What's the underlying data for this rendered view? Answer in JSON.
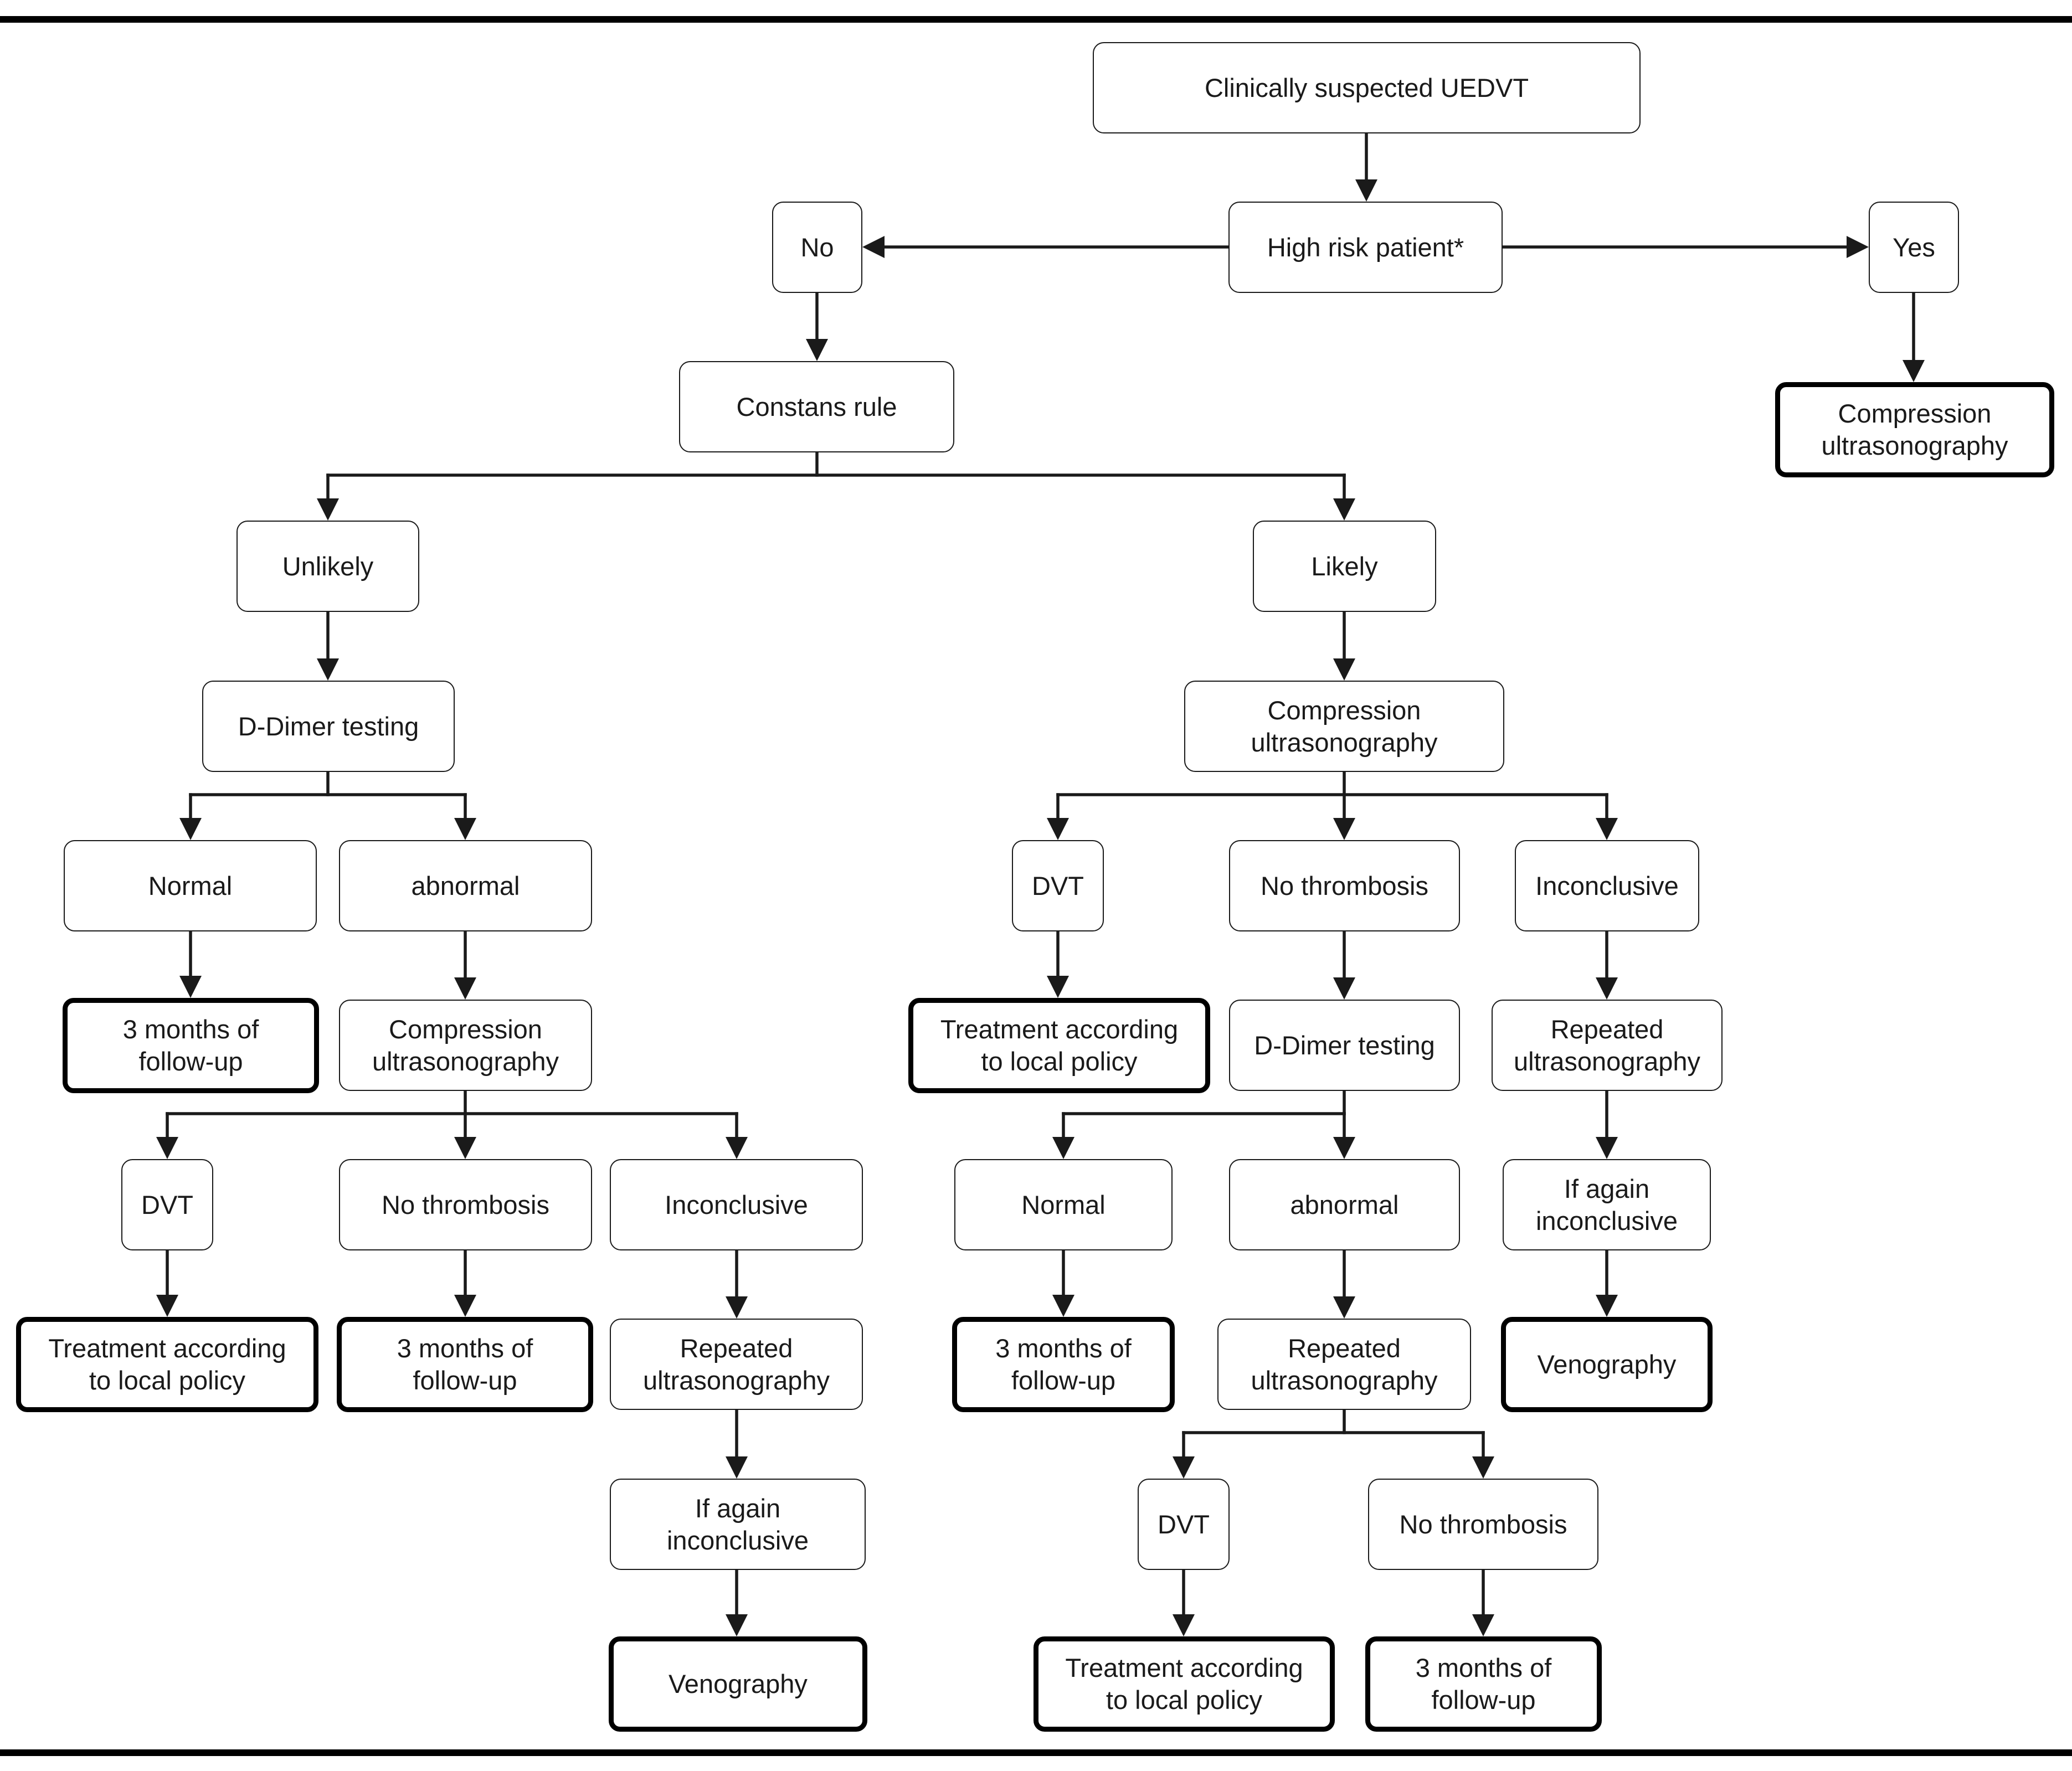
{
  "colors": {
    "line": "#1a1a1a",
    "border": "#1a1a1a",
    "terminal_border": "#000000",
    "background": "#ffffff"
  },
  "nodes": {
    "start": "Clinically suspected UEDVT",
    "high_risk": "High risk patient*",
    "no": "No",
    "yes": "Yes",
    "cus_high_risk": "Compression\nultrasonography",
    "constans": "Constans rule",
    "unlikely": "Unlikely",
    "likely": "Likely",
    "ddimer_left": "D-Dimer testing",
    "normal_left": "Normal",
    "abnormal_left": "abnormal",
    "followup_normal_left": "3 months of\nfollow-up",
    "cus_left": "Compression\nultrasonography",
    "dvt_left": "DVT",
    "nothromb_left": "No thrombosis",
    "inconcl_left": "Inconclusive",
    "treat_left": "Treatment according\nto local policy",
    "followup_nothromb_left": "3 months of\nfollow-up",
    "repeat_left": "Repeated\nultrasonography",
    "again_left": "If again\ninconclusive",
    "veno_left": "Venography",
    "cus_right": "Compression\nultrasonography",
    "dvt_right": "DVT",
    "nothromb_right": "No thrombosis",
    "inconcl_right": "Inconclusive",
    "treat_right": "Treatment according\nto local policy",
    "ddimer_right": "D-Dimer testing",
    "repeat_right": "Repeated\nultrasonography",
    "normal_right": "Normal",
    "abnormal_right": "abnormal",
    "again_right": "If again\ninconclusive",
    "followup_normal_right": "3 months of\nfollow-up",
    "repeat_mid": "Repeated\nultrasonography",
    "veno_right": "Venography",
    "dvt_mid": "DVT",
    "nothromb_mid": "No thrombosis",
    "treat_mid": "Treatment according\nto local policy",
    "followup_mid": "3 months of\nfollow-up"
  }
}
